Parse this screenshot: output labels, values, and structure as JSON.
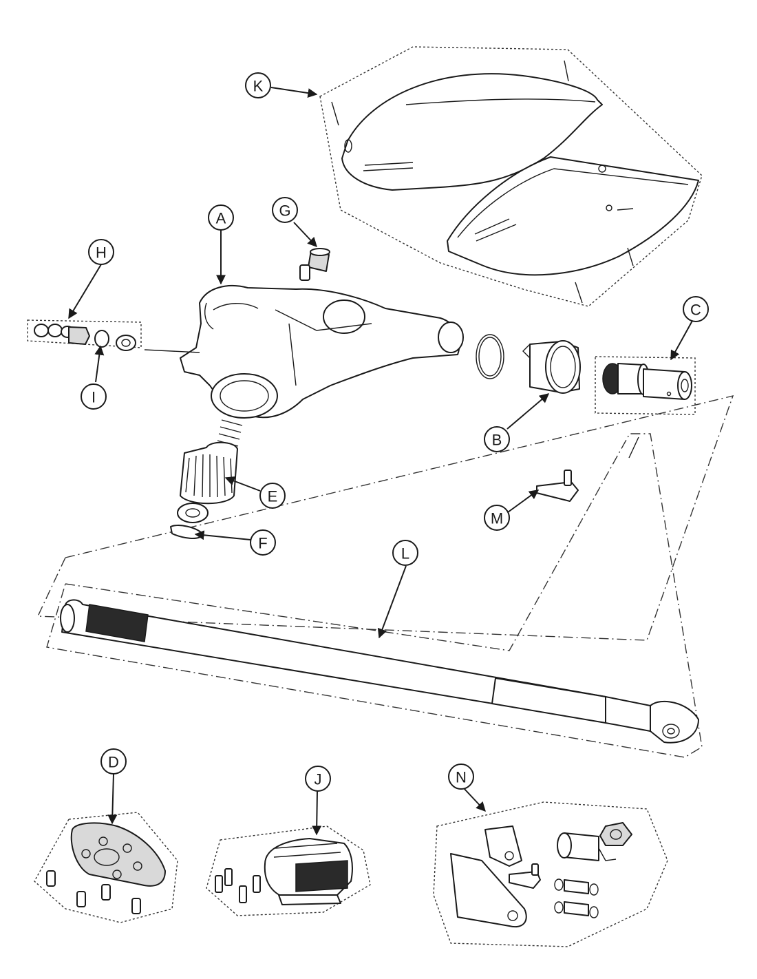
{
  "diagram": {
    "callouts": [
      {
        "id": "A",
        "label": "A"
      },
      {
        "id": "B",
        "label": "B"
      },
      {
        "id": "C",
        "label": "C"
      },
      {
        "id": "D",
        "label": "D"
      },
      {
        "id": "E",
        "label": "E"
      },
      {
        "id": "F",
        "label": "F"
      },
      {
        "id": "G",
        "label": "G"
      },
      {
        "id": "H",
        "label": "H"
      },
      {
        "id": "I",
        "label": "I"
      },
      {
        "id": "J",
        "label": "J"
      },
      {
        "id": "K",
        "label": "K"
      },
      {
        "id": "L",
        "label": "L"
      },
      {
        "id": "M",
        "label": "M"
      },
      {
        "id": "N",
        "label": "N"
      }
    ]
  },
  "colors": {
    "line": "#1a1a1a",
    "fill": "#ffffff",
    "shade": "#d9d9d9",
    "dark": "#2a2a2a"
  }
}
